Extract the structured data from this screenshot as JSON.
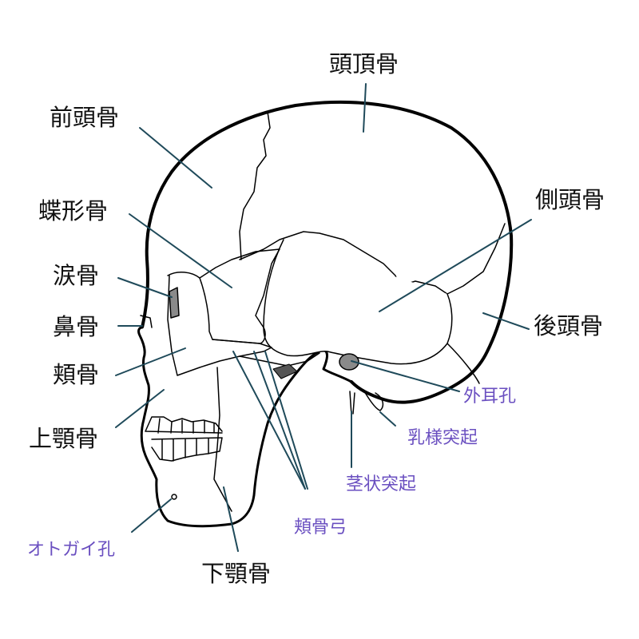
{
  "colors": {
    "main_label": "#111111",
    "sub_label": "#6a4fc0",
    "leader_line": "#1f4a5a",
    "outline": "#000000",
    "shade": "#8a8a8a"
  },
  "labels": {
    "parietal": "頭頂骨",
    "frontal": "前頭骨",
    "sphenoid": "蝶形骨",
    "temporal": "側頭骨",
    "lacrimal": "涙骨",
    "nasal": "鼻骨",
    "occipital": "後頭骨",
    "zygomatic": "頬骨",
    "maxilla": "上顎骨",
    "mandible": "下顎骨"
  },
  "sub_labels": {
    "external_ear": "外耳孔",
    "mastoid": "乳様突起",
    "styloid": "茎状突起",
    "zygomatic_arch": "頬骨弓",
    "mental_foramen": "オトガイ孔"
  }
}
